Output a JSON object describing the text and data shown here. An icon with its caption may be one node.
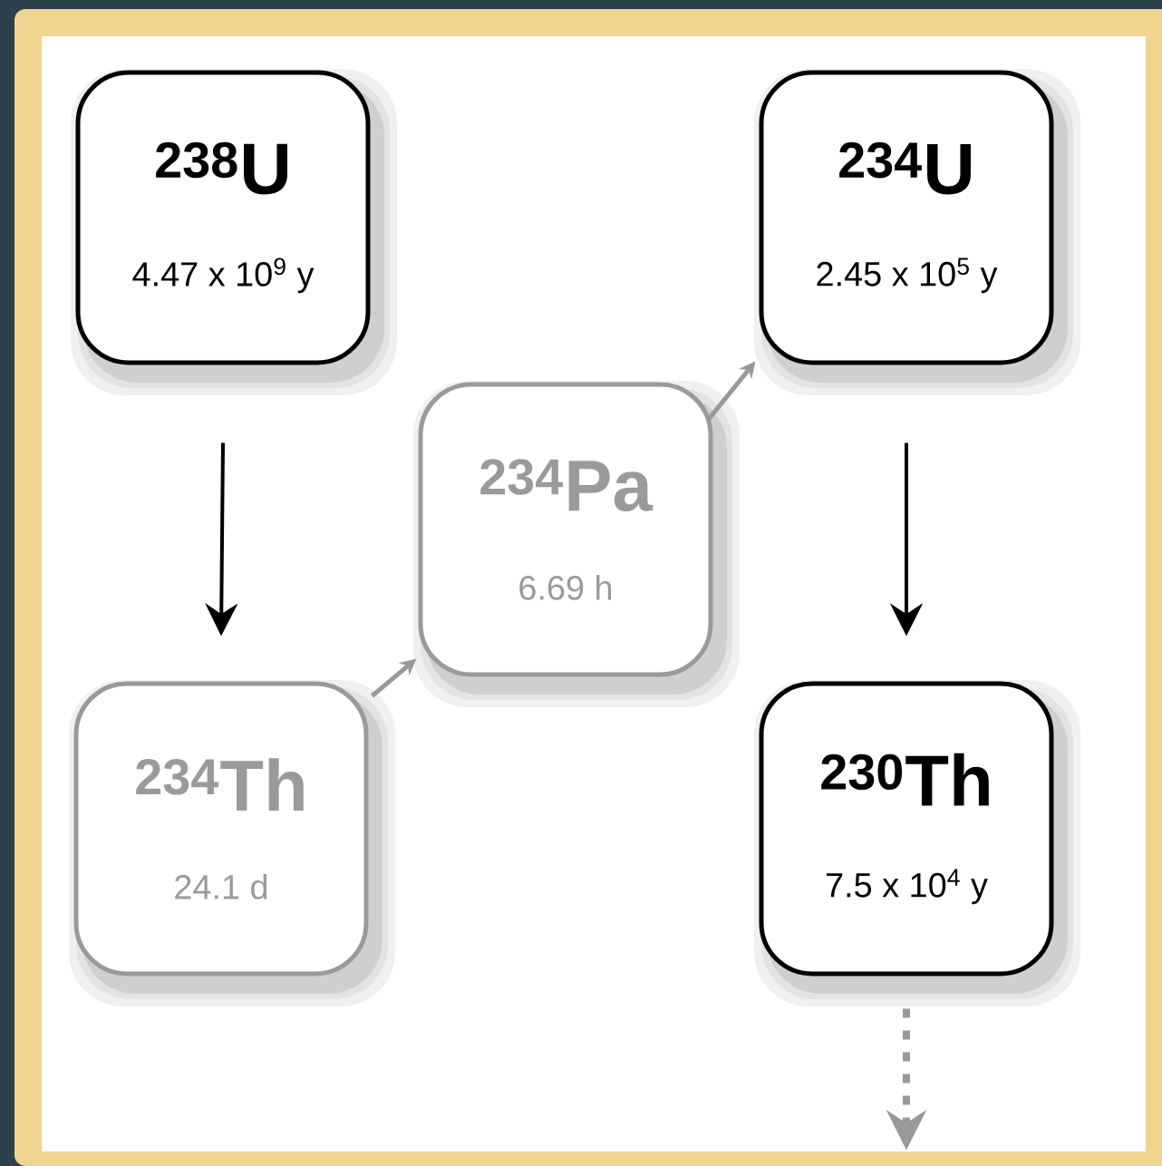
{
  "diagram": {
    "nodes": [
      {
        "text": [
          "$^{238}$U",
          "4.47 x 10$^{9}$ y"
        ]
      },
      {
        "text": [
          "$^{234}$Th",
          "24.1 d"
        ]
      },
      {
        "text": [
          "$^{234}$Pa",
          "6.69 h"
        ]
      },
      {
        "text": [
          "$^{234}$U",
          "2.45 x 10$^{5}$ y"
        ]
      },
      {
        "text": [
          "$^{230}$Th",
          "7.5 x 10$^{4}$ y"
        ]
      }
    ],
    "edges": [
      {
        "from": 0,
        "to": 1,
        "arrow": "to",
        "color": "#000000"
      },
      {
        "from": 1,
        "to": 2,
        "arrow": "to",
        "color": "#999999"
      },
      {
        "from": 2,
        "to": 3,
        "arrow": "to",
        "color": "#999999"
      },
      {
        "from": 3,
        "to": 4,
        "arrow": "to",
        "color": "#000000"
      },
      {
        "from": 4,
        "to": null,
        "arrow": "to",
        "style": "dashed",
        "color": "#999999"
      }
    ]
  }
}
